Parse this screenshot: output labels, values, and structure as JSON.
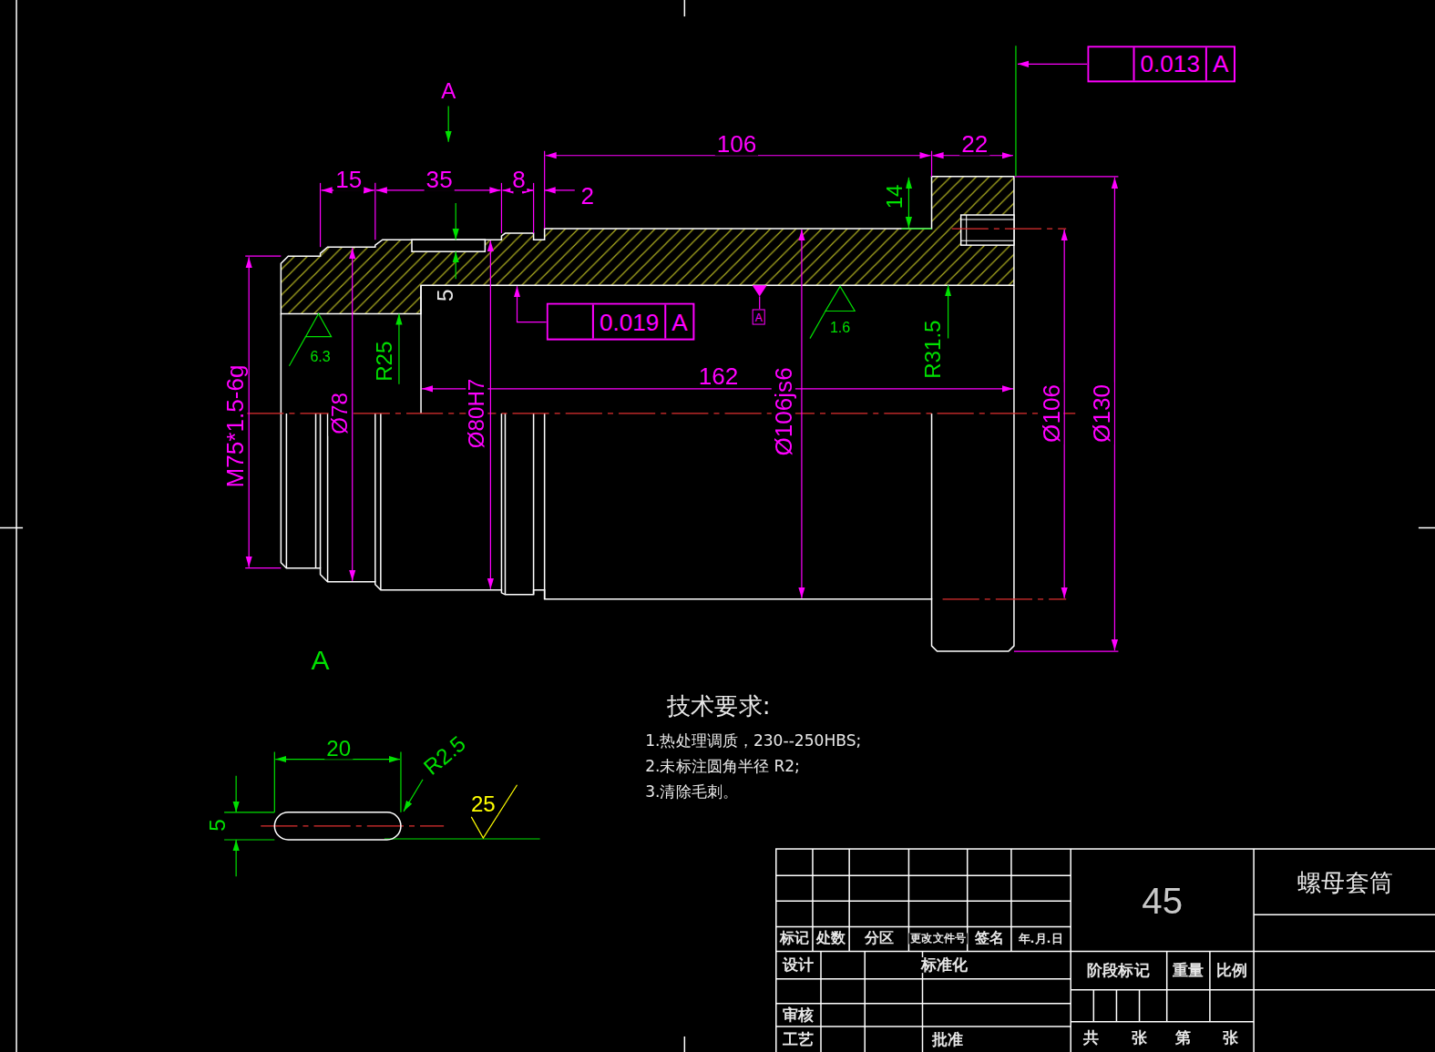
{
  "diagram": {
    "nodes": [
      {
        "text": [
          "0.013",
          "A"
        ]
      },
      {
        "text": [
          "0.019",
          "A"
        ]
      },
      {
        "text": [
          "A"
        ]
      }
    ],
    "labels": [
      "15",
      "35",
      "8",
      "2",
      "106",
      "22",
      "14",
      "5",
      "R25",
      "R31.5",
      "M75*1.5-6g",
      "Ø78",
      "Ø80H7",
      "Ø106js6",
      "162",
      "Ø106",
      "Ø130",
      "6.3",
      "1.6",
      "A",
      "A",
      "20",
      "R2.5",
      "5",
      "25",
      "技术要求:",
      "1.热处理调质，230--250HBS;",
      "2.未标注圆角半径 R2;",
      "3.清除毛刺。",
      "45",
      "螺母套筒",
      "标记",
      "处数",
      "分区",
      "更改文件号",
      "签名",
      "年.月.日",
      "设计",
      "标准化",
      "阶段标记",
      "重量",
      "比例",
      "审核",
      "工艺",
      "批准",
      "共",
      "张",
      "第",
      "张"
    ]
  }
}
